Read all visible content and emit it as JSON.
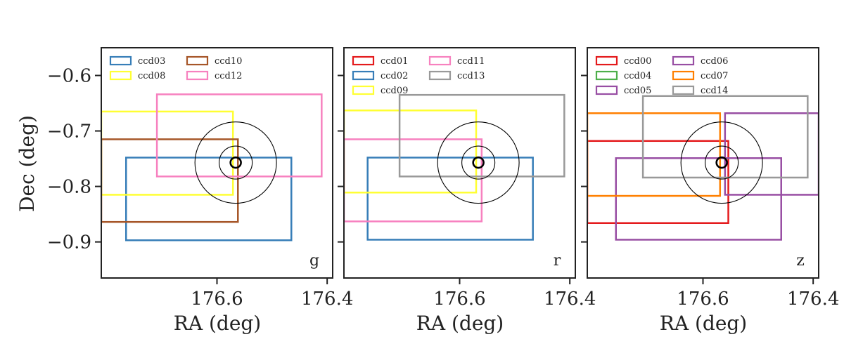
{
  "chart_data": {
    "type": "rectangles",
    "xlabel": "RA (deg)",
    "ylabel": "Dec (deg)",
    "xlim": [
      176.81,
      176.39
    ],
    "ylim": [
      -0.965,
      -0.55
    ],
    "xticks": [
      176.6,
      176.4
    ],
    "xtick_labels": [
      "176.6",
      "176.4"
    ],
    "yticks": [
      -0.6,
      -0.7,
      -0.8,
      -0.9
    ],
    "ytick_labels": [
      "−0.6",
      "−0.7",
      "−0.8",
      "−0.9"
    ],
    "target": {
      "ra": 176.566,
      "dec": -0.757,
      "circle_radii": [
        0.0095,
        0.03,
        0.074
      ]
    },
    "panels": [
      {
        "band": "g",
        "legend_columns": [
          [
            "ccd03",
            "ccd08"
          ],
          [
            "ccd10",
            "ccd12"
          ]
        ],
        "ccds": [
          {
            "name": "ccd03",
            "color": "#377eb8",
            "ra": [
              176.765,
              176.465
            ],
            "dec": [
              -0.897,
              -0.748
            ]
          },
          {
            "name": "ccd08",
            "color": "#ffff33",
            "ra": [
              176.81,
              176.571
            ],
            "dec": [
              -0.815,
              -0.665
            ]
          },
          {
            "name": "ccd10",
            "color": "#a65628",
            "ra": [
              176.81,
              176.562
            ],
            "dec": [
              -0.864,
              -0.715
            ]
          },
          {
            "name": "ccd12",
            "color": "#f781bf",
            "ra": [
              176.709,
              176.41
            ],
            "dec": [
              -0.782,
              -0.634
            ]
          }
        ]
      },
      {
        "band": "r",
        "legend_columns": [
          [
            "ccd01",
            "ccd02",
            "ccd09"
          ],
          [
            "ccd11",
            "ccd13"
          ]
        ],
        "ccds": [
          {
            "name": "ccd01",
            "color": "#e41a1c",
            "ra": [],
            "dec": []
          },
          {
            "name": "ccd02",
            "color": "#377eb8",
            "ra": [
              176.767,
              176.467
            ],
            "dec": [
              -0.896,
              -0.748
            ]
          },
          {
            "name": "ccd09",
            "color": "#ffff33",
            "ra": [
              176.81,
              176.57
            ],
            "dec": [
              -0.811,
              -0.663
            ]
          },
          {
            "name": "ccd11",
            "color": "#f781bf",
            "ra": [
              176.81,
              176.56
            ],
            "dec": [
              -0.863,
              -0.715
            ]
          },
          {
            "name": "ccd13",
            "color": "#999999",
            "ra": [
              176.709,
              176.41
            ],
            "dec": [
              -0.782,
              -0.635
            ]
          }
        ]
      },
      {
        "band": "z",
        "legend_columns": [
          [
            "ccd00",
            "ccd04",
            "ccd05"
          ],
          [
            "ccd06",
            "ccd07",
            "ccd14"
          ]
        ],
        "ccds": [
          {
            "name": "ccd00",
            "color": "#e41a1c",
            "ra": [
              176.81,
              176.554
            ],
            "dec": [
              -0.866,
              -0.718
            ]
          },
          {
            "name": "ccd04",
            "color": "#4daf4a",
            "ra": [],
            "dec": []
          },
          {
            "name": "ccd05",
            "color": "#984ea3",
            "ra": [
              176.758,
              176.458
            ],
            "dec": [
              -0.896,
              -0.749
            ]
          },
          {
            "name": "ccd06",
            "color": "#984ea3",
            "ra": [
              176.56,
              176.39
            ],
            "dec": [
              -0.815,
              -0.668
            ]
          },
          {
            "name": "ccd07",
            "color": "#ff7f00",
            "ra": [
              176.81,
              176.569
            ],
            "dec": [
              -0.817,
              -0.668
            ]
          },
          {
            "name": "ccd14",
            "color": "#999999",
            "ra": [
              176.709,
              176.41
            ],
            "dec": [
              -0.784,
              -0.637
            ]
          }
        ]
      }
    ]
  }
}
